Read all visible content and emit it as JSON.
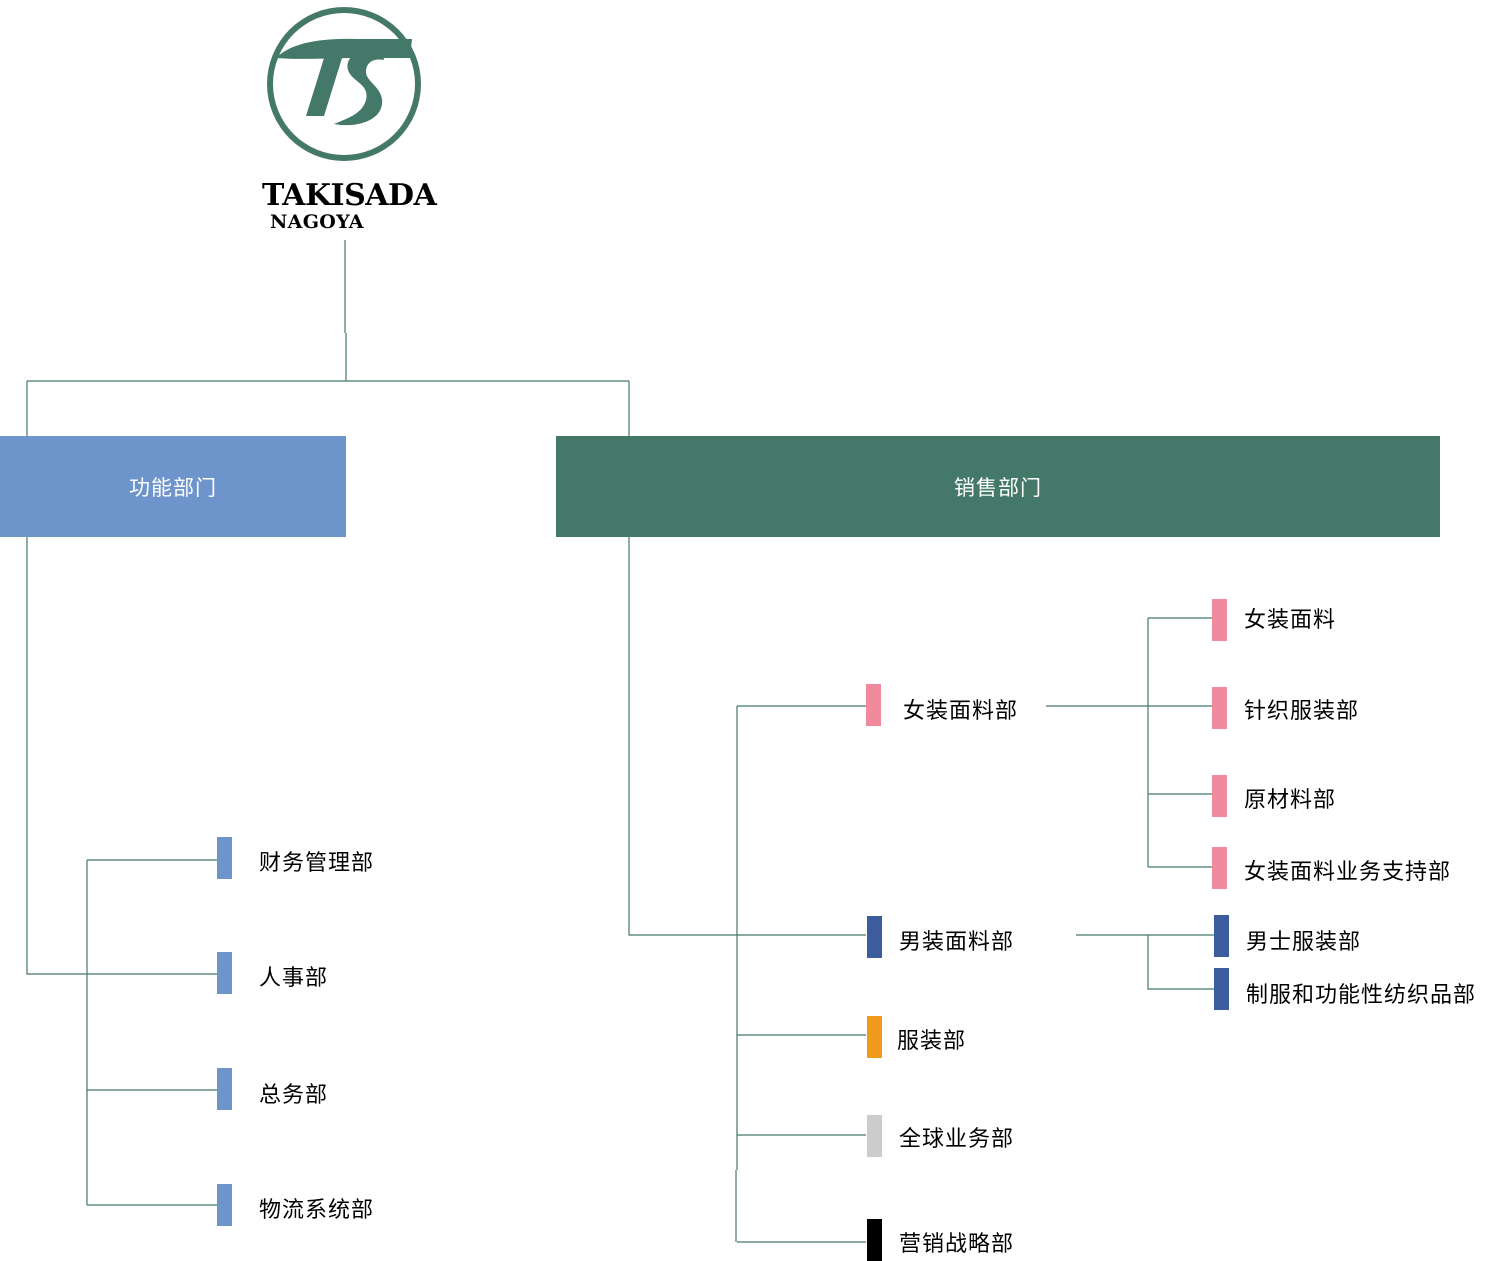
{
  "logo": {
    "monogram": "TS",
    "name": "TAKISADA",
    "subname": "NAGOYA",
    "color": "#44796a"
  },
  "colors": {
    "line": "#44796a",
    "functional": "#6e94cc",
    "sales": "#44796a",
    "womens": "#f08a9c",
    "mens": "#3c5c9e",
    "apparel": "#f09a1e",
    "global": "#cccccc",
    "marketing": "#000000"
  },
  "functional": {
    "title": "功能部门",
    "items": [
      "财务管理部",
      "人事部",
      "总务部",
      "物流系统部"
    ]
  },
  "sales": {
    "title": "销售部门",
    "womens": {
      "label": "女装面料部",
      "children": [
        "女装面料",
        "针织服装部",
        "原材料部",
        "女装面料业务支持部"
      ]
    },
    "mens": {
      "label": "男装面料部",
      "children": [
        "男士服装部",
        "制服和功能性纺织品部"
      ]
    },
    "others": [
      "服装部",
      "全球业务部",
      "营销战略部"
    ]
  }
}
